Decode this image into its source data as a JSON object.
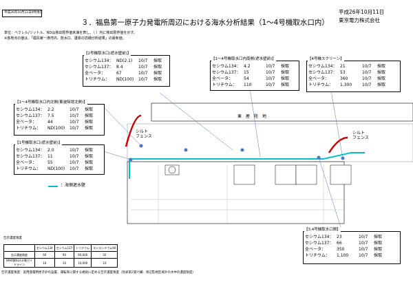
{
  "stamp": "平成26年10月11日0時現在",
  "title": "３．福島第一原子力発電所周辺における海水分析結果（1〜4号機取水口内）",
  "date": "平成26年10月11日",
  "company": "東京電力株式会社",
  "notes": [
    "単位：ベクレル/リットル、NDは検出限界値未満を表し、（ ）内に検出限界値を示す。",
    "※各地点の値は、「福島第一港湾内、放水口、護岸の詳細分析結果」の最新値。"
  ],
  "map_labels": {
    "building": "東　屋　陸　地",
    "silt_left": "シルト\nフェンス",
    "silt_right": "シルト\nフェンス"
  },
  "legend": "：海側遮水壁",
  "boxes": [
    {
      "id": "unit2",
      "title": "【2号機取水口(遮水壁前)】",
      "rows": [
        [
          "セシウム134：",
          "ND(2.1)",
          "10/7",
          "採取"
        ],
        [
          "セシウム137：",
          "8.4",
          "10/7",
          "採取"
        ],
        [
          "全ベータ：",
          "67",
          "10/7",
          "採取"
        ],
        [
          "トリチウム：",
          "ND(100)",
          "10/7",
          "採取"
        ]
      ]
    },
    {
      "id": "unit14south",
      "title": "【1〜4号機取水口内南側(遮水壁前)】",
      "rows": [
        [
          "セシウム134：",
          "4.2",
          "10/7",
          "採取"
        ],
        [
          "セシウム137：",
          "15",
          "10/7",
          "採取"
        ],
        [
          "全ベータ：",
          "54",
          "10/7",
          "採取"
        ],
        [
          "トリチウム：",
          "110",
          "10/7",
          "採取"
        ]
      ]
    },
    {
      "id": "unit4screen",
      "title": "【4号機スクリーン】",
      "rows": [
        [
          "セシウム134：",
          "21",
          "10/7",
          "採取"
        ],
        [
          "セシウム137：",
          "53",
          "10/7",
          "採取"
        ],
        [
          "全ベータ：",
          "360",
          "10/7",
          "採取"
        ],
        [
          "トリチウム：",
          "1,300",
          "10/7",
          "採取"
        ]
      ]
    },
    {
      "id": "unit14north",
      "title": "【1〜4号機取水口内北側(東波除堤北側)】",
      "rows": [
        [
          "セシウム134：",
          "2.2",
          "10/7",
          "採取"
        ],
        [
          "セシウム137：",
          "7.5",
          "10/7",
          "採取"
        ],
        [
          "全ベータ：",
          "44",
          "10/7",
          "採取"
        ],
        [
          "トリチウム：",
          "ND(100)",
          "10/7",
          "採取"
        ]
      ]
    },
    {
      "id": "unit1",
      "title": "【1号機取水口(遮水壁前)】",
      "rows": [
        [
          "セシウム134：",
          "2.0",
          "10/7",
          "採取"
        ],
        [
          "セシウム137：",
          "11",
          "10/7",
          "採取"
        ],
        [
          "全ベータ：",
          "55",
          "10/7",
          "採取"
        ],
        [
          "トリチウム：",
          "ND(100)",
          "10/7",
          "採取"
        ]
      ]
    },
    {
      "id": "unit34",
      "title": "【3,4号機取水口間】",
      "rows": [
        [
          "セシウム134：",
          "23",
          "10/7",
          "採取"
        ],
        [
          "セシウム137：",
          "66",
          "10/7",
          "採取"
        ],
        [
          "全ベータ：",
          "350",
          "10/7",
          "採取"
        ],
        [
          "トリチウム：",
          "1,100",
          "10/7",
          "採取"
        ]
      ]
    }
  ],
  "limits": {
    "caption": "告示濃度限度",
    "headers": [
      "",
      "セシウム134",
      "セシウム137",
      "トリチウム",
      "ストロンチウム90"
    ],
    "rows": [
      [
        "告示濃度限度",
        "60",
        "90",
        "60,000",
        "30"
      ],
      [
        "WHO飲料水水質ガイドライン",
        "10",
        "10",
        "10,000",
        "10"
      ]
    ]
  },
  "footnote": "告示濃度限度：実用発電用原子炉の設置、運転等に関する規則に定める告示濃度限度（別表第2第六欄：周辺監視区域外の水中の濃度限度）",
  "colors": {
    "barrier": "#00c0d0",
    "silt": "#d00000",
    "line": "#4a78c8"
  }
}
